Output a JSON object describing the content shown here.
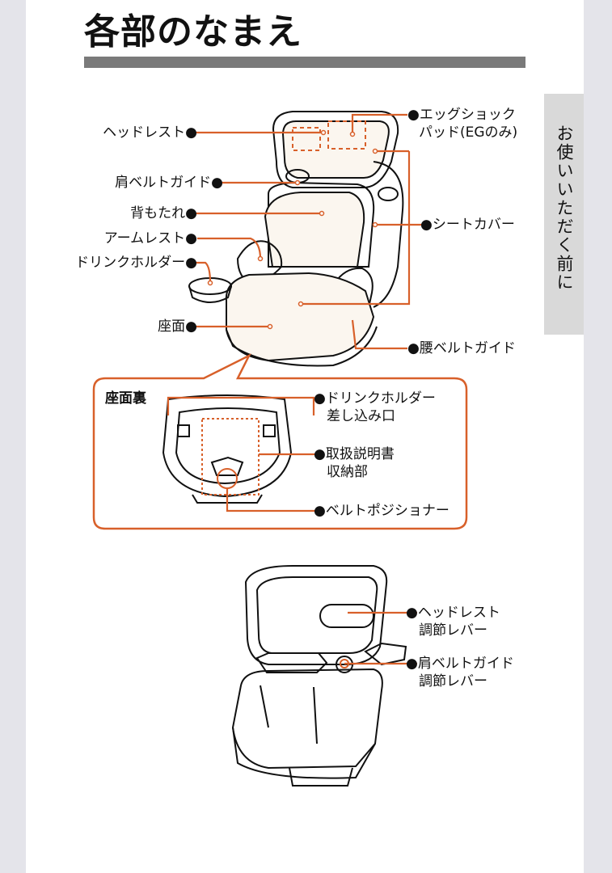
{
  "title": "各部のなまえ",
  "side_tab": "お使いいただく前に",
  "labels": {
    "headrest": "ヘッドレスト●",
    "egg_shock_line1": "●エッグショック",
    "egg_shock_line2": "パッド(EGのみ)",
    "shoulder_guide": "肩ベルトガイド●",
    "backrest": "背もたれ●",
    "seat_cover": "●シートカバー",
    "armrest": "アームレスト●",
    "drink_holder": "ドリンクホルダー●",
    "seat": "座面●",
    "lap_guide": "●腰ベルトガイド"
  },
  "underside": {
    "title": "座面裏",
    "drink_slot_line1": "●ドリンクホルダー",
    "drink_slot_line2": "差し込み口",
    "manual_line1": "●取扱説明書",
    "manual_line2": "収納部",
    "belt_positioner": "●ベルトポジショナー"
  },
  "rear": {
    "headrest_lever_line1": "●ヘッドレスト",
    "headrest_lever_line2": "調節レバー",
    "shoulder_lever_line1": "●肩ベルトガイド",
    "shoulder_lever_line2": "調節レバー"
  },
  "colors": {
    "accent": "#d8602a",
    "title_bar": "#7a7a7a",
    "tab": "#d9d9d9"
  }
}
